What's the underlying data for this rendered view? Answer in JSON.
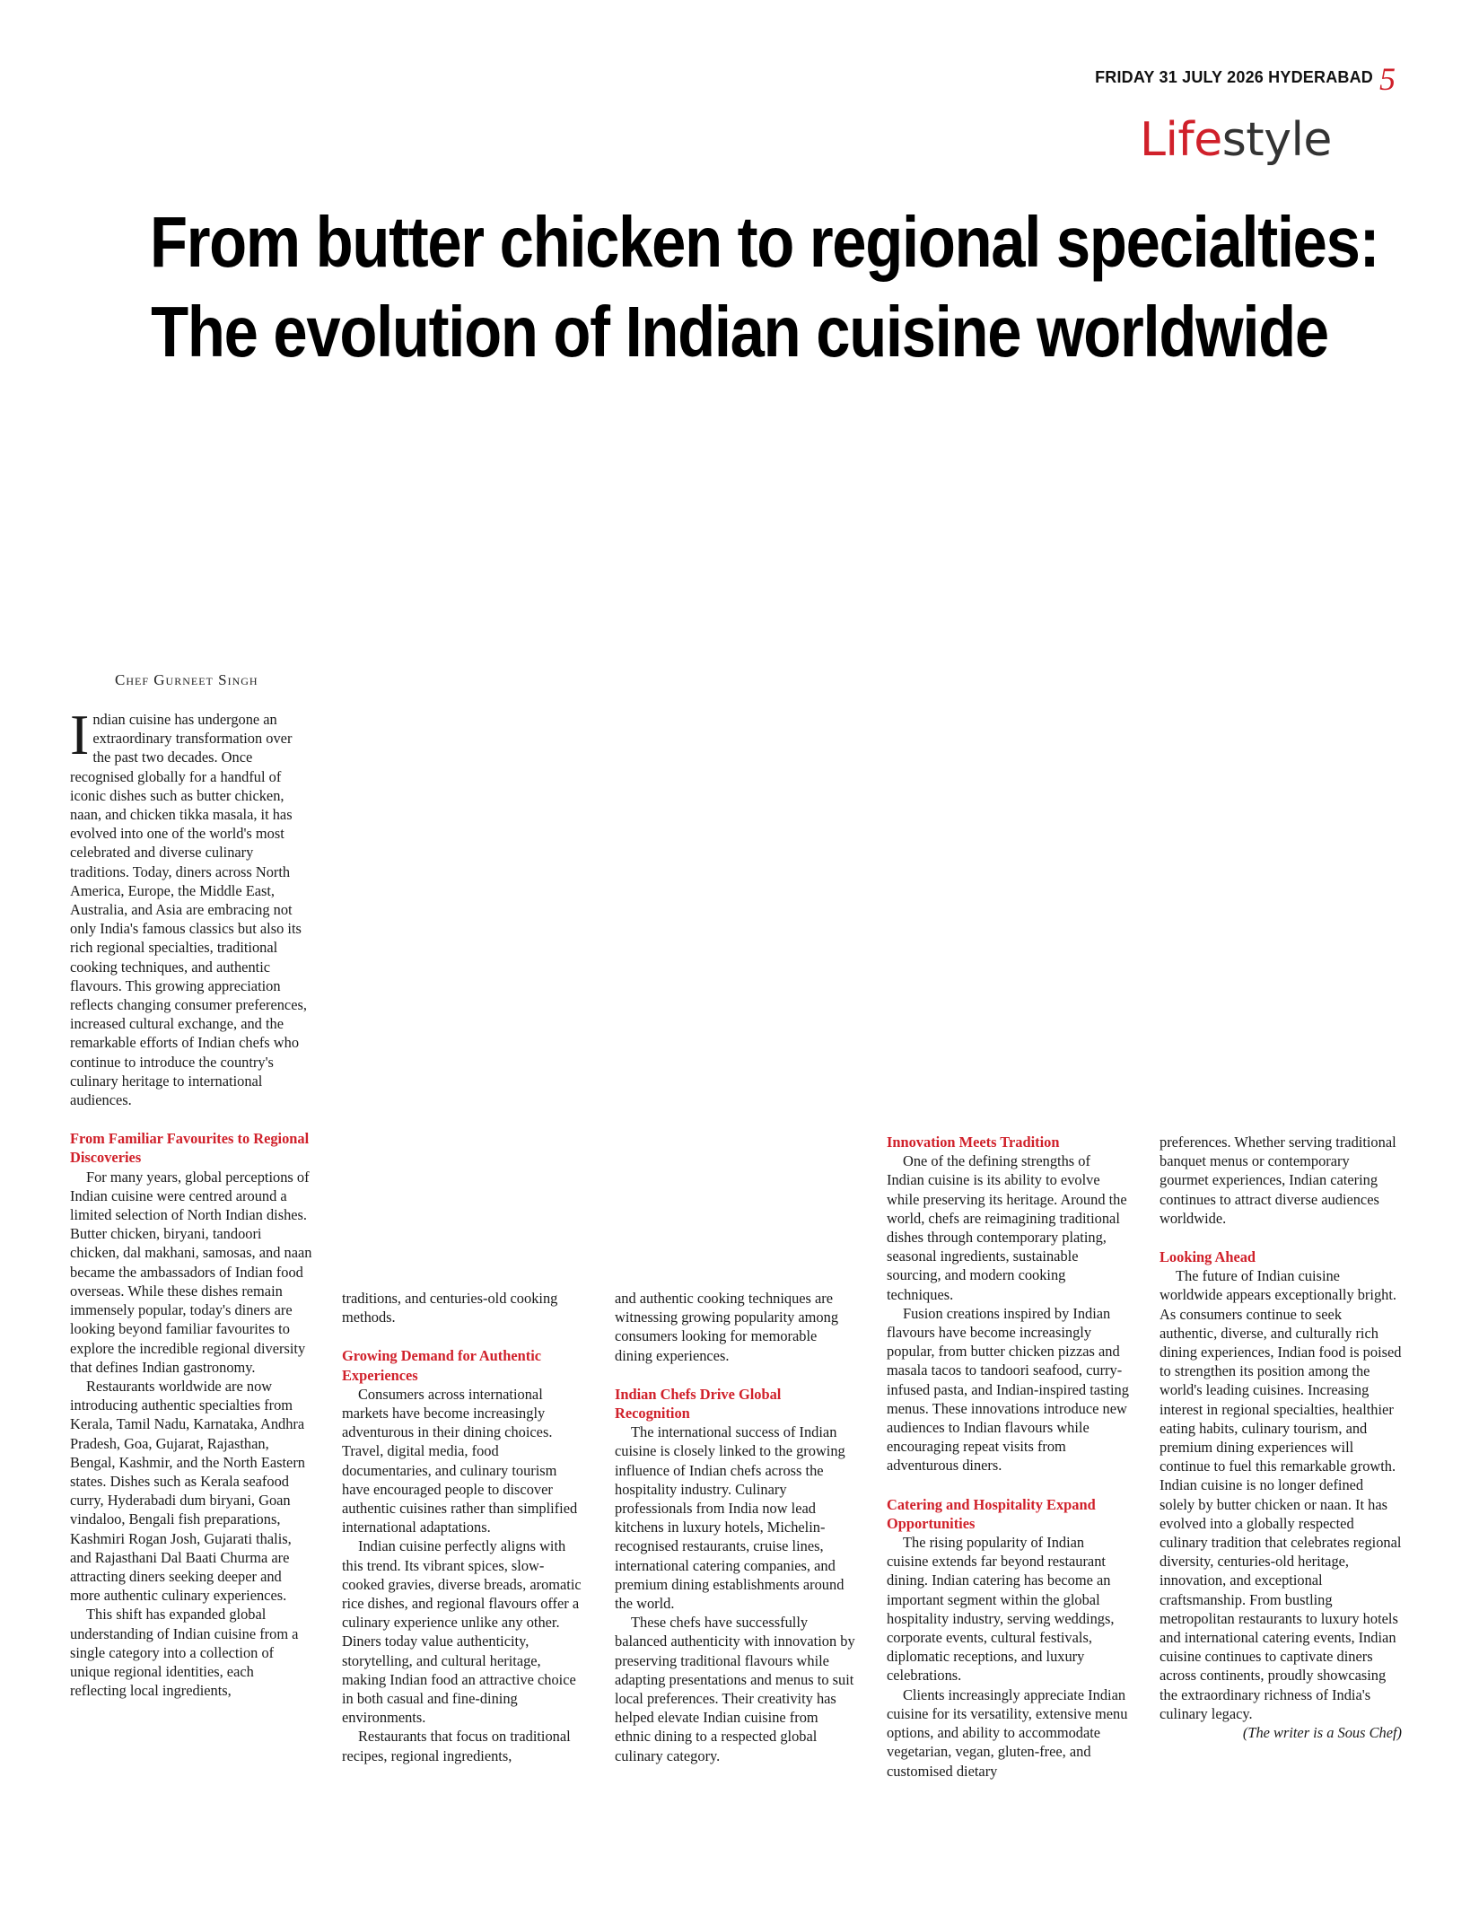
{
  "header": {
    "dateline": "FRIDAY 31 JULY 2026 HYDERABAD",
    "page_number": "5",
    "section_part1": "Life",
    "section_part2": "style"
  },
  "headline": {
    "line1": "From butter chicken to regional specialties:",
    "line2": "The evolution of Indian cuisine worldwide"
  },
  "byline": "Chef Gurneet Singh",
  "article": {
    "dropcap": "I",
    "intro": "ndian cuisine has undergone an extraordinary transformation over the past two decades. Once recognised globally for a handful of iconic dishes such as butter chicken, naan, and chicken tikka masala, it has evolved into one of the world's most celebrated and diverse culinary traditions. Today, diners across North America, Europe, the Middle East, Australia, and Asia are embracing not only India's famous classics but also its rich regional specialties, traditional cooking techniques, and authentic flavours. This growing appreciation reflects changing consumer preferences, increased cultural exchange, and the remarkable efforts of Indian chefs who continue to introduce the country's culinary heritage to international audiences.",
    "s1_heading": "From Familiar Favourites to Regional Discoveries",
    "s1_p1": "For many years, global perceptions of Indian cuisine were centred around a limited selection of North Indian dishes. Butter chicken, biryani, tandoori chicken, dal makhani, samosas, and naan became the ambassadors of Indian food overseas. While these dishes remain immensely popular, today's diners are looking beyond familiar favourites to explore the incredible regional diversity that defines Indian gastronomy.",
    "s1_p2": "Restaurants worldwide are now introducing authentic specialties from Kerala, Tamil Nadu, Karnataka, Andhra Pradesh, Goa, Gujarat, Rajasthan, Bengal, Kashmir, and the North Eastern states. Dishes such as Kerala seafood curry, Hyderabadi dum biryani, Goan vindaloo, Bengali fish preparations, Kashmiri Rogan Josh, Gujarati thalis, and Rajasthani Dal Baati Churma are attracting diners seeking deeper and more authentic culinary experiences.",
    "s1_p3a": "This shift has expanded global understanding of Indian cuisine from a single category into a collection of unique regional identities, each reflecting local ingredients,",
    "s1_p3b": "traditions, and centuries-old cooking methods.",
    "s2_heading": "Growing Demand for Authentic Experiences",
    "s2_p1": "Consumers across international markets have become increasingly adventurous in their dining choices. Travel, digital media, food documentaries, and culinary tourism have encouraged people to discover authentic cuisines rather than simplified international adaptations.",
    "s2_p2": "Indian cuisine perfectly aligns with this trend. Its vibrant spices, slow-cooked gravies, diverse breads, aromatic rice dishes, and regional flavours offer a culinary experience unlike any other. Diners today value authenticity, storytelling, and cultural heritage, making Indian food an attractive choice in both casual and fine-dining environments.",
    "s2_p3a": "Restaurants that focus on traditional recipes, regional ingredients,",
    "s2_p3b": "and authentic cooking techniques are witnessing growing popularity among consumers looking for memorable dining experiences.",
    "s3_heading": "Indian Chefs Drive Global Recognition",
    "s3_p1": "The international success of Indian cuisine is closely linked to the growing influence of Indian chefs across the hospitality industry. Culinary professionals from India now lead kitchens in luxury hotels, Michelin-recognised restaurants, cruise lines, international catering companies, and premium dining establishments around the world.",
    "s3_p2": "These chefs have successfully balanced authenticity with innovation by preserving traditional flavours while adapting presentations and menus to suit local preferences. Their creativity has helped elevate Indian cuisine from ethnic dining to a respected global culinary category.",
    "s4_heading": "Innovation Meets Tradition",
    "s4_p1": "One of the defining strengths of Indian cuisine is its ability to evolve while preserving its heritage. Around the world, chefs are reimagining traditional dishes through contemporary plating, seasonal ingredients, sustainable sourcing, and modern cooking techniques.",
    "s4_p2": "Fusion creations inspired by Indian flavours have become increasingly popular, from butter chicken pizzas and masala tacos to tandoori seafood, curry-infused pasta, and Indian-inspired tasting menus. These innovations introduce new audiences to Indian flavours while encouraging repeat visits from adventurous diners.",
    "s5_heading": "Catering and Hospitality Expand Opportunities",
    "s5_p1": "The rising popularity of Indian cuisine extends far beyond restaurant dining. Indian catering has become an important segment within the global hospitality industry, serving weddings, corporate events, cultural festivals, diplomatic receptions, and luxury celebrations.",
    "s5_p2a": "Clients increasingly appreciate Indian cuisine for its versatility, extensive menu options, and ability to accommodate vegetarian, vegan, gluten-free, and customised dietary",
    "s5_p2b": "preferences. Whether serving traditional banquet menus or contemporary gourmet experiences, Indian catering continues to attract diverse audiences worldwide.",
    "s6_heading": "Looking Ahead",
    "s6_p1": "The future of Indian cuisine worldwide appears exceptionally bright. As consumers continue to seek authentic, diverse, and culturally rich dining experiences, Indian food is poised to strengthen its position among the world's leading cuisines. Increasing interest in regional specialties, healthier eating habits, culinary tourism, and premium dining experiences will continue to fuel this remarkable growth. Indian cuisine is no longer defined solely by butter chicken or naan. It has evolved into a globally respected culinary tradition that celebrates regional diversity, centuries-old heritage, innovation, and exceptional craftsmanship. From bustling metropolitan restaurants to luxury hotels and international catering events, Indian cuisine continues to captivate diners across continents, proudly showcasing the extraordinary richness of India's culinary legacy.",
    "credit": "(The writer is a Sous Chef)"
  }
}
